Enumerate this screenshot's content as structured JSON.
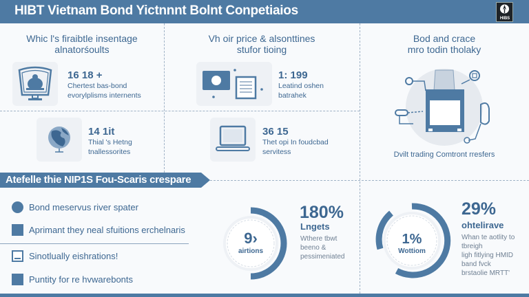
{
  "header": {
    "title": "HIBT Vietnam Bond Yictnnnt Bolnt Conpetiaios",
    "logo_text": "HIBS"
  },
  "columns": [
    {
      "title_line1": "Whic l's firaibtle insentage",
      "title_line2": "alnatorśoults",
      "icon": "vault-bank-icon",
      "stat_value": "16 18 +",
      "stat_desc_line1": "Chertest bas-bond",
      "stat_desc_line2": "evorylplisms internents"
    },
    {
      "title_line1": "Vh oir price & alsonttines",
      "title_line2": "stufor tioing",
      "icon": "document-screen-icon",
      "stat_value": "1: 199",
      "stat_desc_line1": "Leatind oshen",
      "stat_desc_line2": "batrahek"
    },
    {
      "title_line1": "Bod and crace",
      "title_line2": "mro todin tholaky",
      "icon": "trading-terminal-illustration",
      "caption": "Dvilt trading Comtront rresfers"
    }
  ],
  "row2": [
    {
      "icon": "globe-icon",
      "stat_value": "14 1it",
      "stat_desc_line1": "Thial 's Hetng",
      "stat_desc_line2": "tnallessorites"
    },
    {
      "icon": "laptop-icon",
      "stat_value": "36 15",
      "stat_desc_line1": "Thet opi In foudcbad",
      "stat_desc_line2": "servitess"
    }
  ],
  "banner": {
    "text": "Atefelle thie NIP1S Fou-Scaris crespare"
  },
  "legend": [
    {
      "marker": "circle",
      "label": "Bond meservus river spater"
    },
    {
      "marker": "square",
      "label": "Aprimant they neal sfuitions erchelnaris"
    },
    {
      "marker": "outline",
      "label": "Sinotlually eishrations!"
    },
    {
      "marker": "square",
      "label": "Puntity for re hvwarebonts"
    }
  ],
  "kpis": [
    {
      "donut_value": "9›",
      "donut_label": "airtions",
      "big_value": "180%",
      "label": "Lngets",
      "desc": [
        "Wthere tbwt",
        "beeno &",
        "pessimeniated"
      ],
      "arc_percent": 50
    },
    {
      "donut_value": "1%",
      "donut_label": "Wottiom",
      "big_value": "29%",
      "label": "ohtelirave",
      "desc": [
        "Whan te aotlity to",
        "tbreigh",
        "ligh fitlying HMID",
        "band fvck",
        "brstaolie MRTT'"
      ],
      "arc_percent": 70
    }
  ],
  "colors": {
    "primary": "#4e7aa3",
    "text": "#3d6791",
    "muted": "#6e7f92",
    "tile": "#eef1f5",
    "background": "#f8fafc"
  }
}
